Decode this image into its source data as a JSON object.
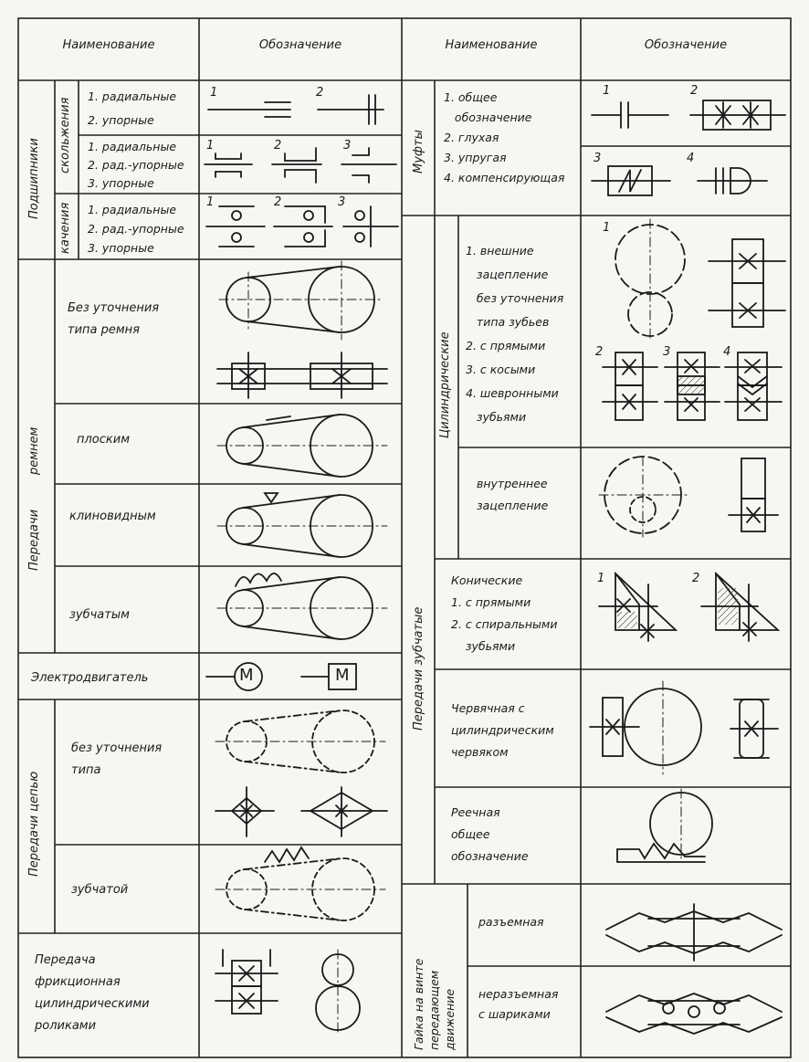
{
  "header": {
    "left_name": "Наименование",
    "left_symbol": "Обозначение",
    "right_name": "Наименование",
    "right_symbol": "Обозначение"
  },
  "bearings": {
    "group": "Подшипники",
    "sliding": {
      "label": "скольжения",
      "row1": [
        "1. радиальные",
        "2. упорные"
      ],
      "row2": [
        "1. радиальные",
        "2. рад.-упорные",
        "3. упорные"
      ]
    },
    "rolling": {
      "label": "качения",
      "row": [
        "1. радиальные",
        "2. рад.-упорные",
        "3. упорные"
      ]
    }
  },
  "belt": {
    "group": "Передачи",
    "sub": "ремнем",
    "rows": [
      "Без уточнения\nтипа ремня",
      "плоским",
      "клиновидным",
      "зубчатым"
    ]
  },
  "motor": {
    "label": "Электродвигатель",
    "letter": "М"
  },
  "chain": {
    "group": "Передачи цепью",
    "rows": [
      "без уточнения\nтипа",
      "зубчатой"
    ]
  },
  "friction": {
    "label": "Передача\nфрикционная\nцилиндрическими\nроликами"
  },
  "couplings": {
    "group": "Муфты",
    "items": "1. общее\n   обозначение\n2. глухая\n3. упругая\n4. компенсирующая"
  },
  "gears": {
    "group": "Передачи зубчатые",
    "cylindrical": {
      "label": "Цилиндрические",
      "external": "1. внешние\n   зацепление\n   без уточнения\n   типа зубьев\n2. с прямыми\n3. с косыми\n4. шевронными\n   зубьями",
      "internal": "внутреннее\nзацепление"
    },
    "bevel": "Конические\n1. с прямыми\n2. с спиральными\n    зубьями",
    "worm": "Червячная с\nцилиндрическим\nчервяком",
    "rack": "Реечная\nобщее\nобозначение"
  },
  "screw_nut": {
    "group": "Гайка на винте\nпередающем\nдвижение",
    "split": "разъемная",
    "ball": "неразъемная\nс шариками"
  },
  "numbers": [
    "1",
    "2",
    "3",
    "4"
  ]
}
